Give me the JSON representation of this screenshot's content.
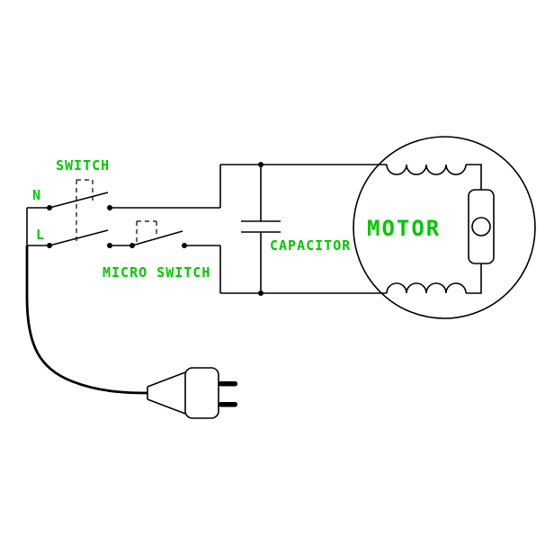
{
  "diagram": {
    "type": "electrical-schematic",
    "labels": {
      "switch": "SWITCH",
      "neutral": "N",
      "live": "L",
      "micro_switch": "MICRO SWITCH",
      "capacitor": "CAPACITOR",
      "motor": "MOTOR"
    },
    "colors": {
      "line": "#000000",
      "label": "#00c800",
      "background": "#ffffff"
    }
  }
}
